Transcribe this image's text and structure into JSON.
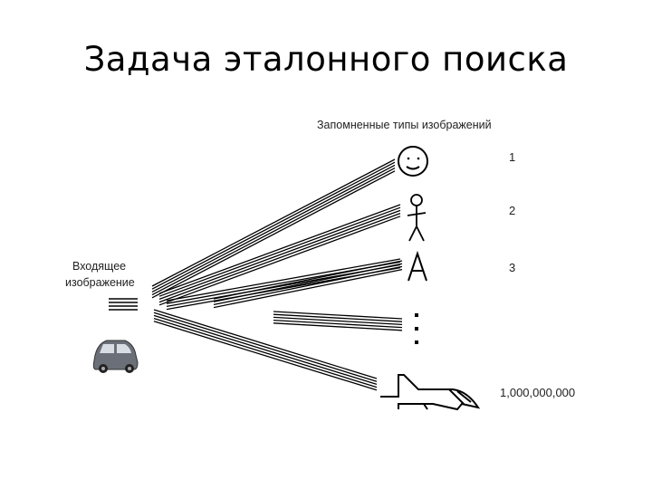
{
  "slide": {
    "title": "Задача эталонного поиска"
  },
  "diagram": {
    "memorized_label": "Запомненные типы изображений",
    "input_label_line1": "Входящее",
    "input_label_line2": "изображение",
    "items": [
      {
        "number": "1",
        "icon": "smiley-face-icon"
      },
      {
        "number": "2",
        "icon": "stick-figure-icon"
      },
      {
        "number": "3",
        "icon": "letter-a-icon"
      },
      {
        "number": "",
        "icon": "vertical-ellipsis-icon"
      },
      {
        "number": "1,000,000,000",
        "icon": "airplane-icon"
      }
    ],
    "input_icon": "car-icon"
  }
}
